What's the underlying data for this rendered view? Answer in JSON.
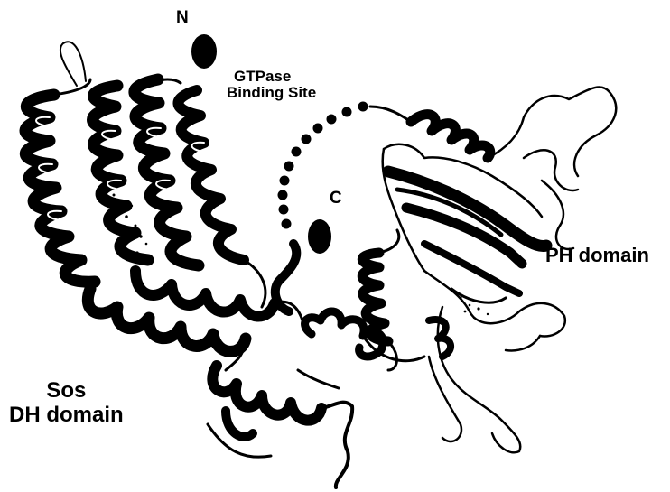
{
  "labels": {
    "n_terminus": "N",
    "c_terminus": "C",
    "gtpase_line1": "GTPase",
    "gtpase_line2": "Binding Site",
    "ph_domain": "PH domain",
    "sos_line1": "Sos",
    "sos_line2": "DH domain"
  },
  "colors": {
    "ribbon": "#000000",
    "background": "#ffffff"
  }
}
